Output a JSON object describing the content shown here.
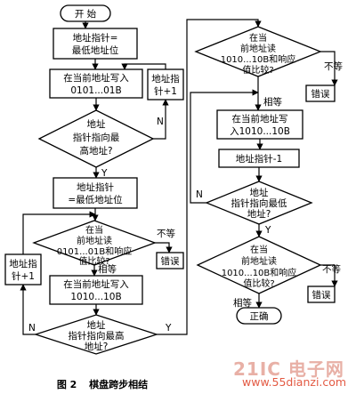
{
  "nodes": {
    "start": "开 始",
    "init_line1": "地址指针=",
    "init_line2": "最低地址位",
    "write_line1": "在当前地址写入",
    "write_line2": "0101...01B",
    "inc1_line1": "地址指",
    "inc1_line2": "针+1",
    "dec1_line1": "地址",
    "dec1_line2": "指针指向最",
    "dec1_line3": "高地址?",
    "reset_line1": "地址指针",
    "reset_line2": "=最低地址位",
    "cmp1_line1": "在当",
    "cmp1_line2": "前地址读",
    "cmp1_line3": "0101...01B和响应",
    "cmp1_line4": "值比较?",
    "inc2_line1": "地址指",
    "inc2_line2": "针+1",
    "write2_line1": "在当前地址写入",
    "write2_line2": "1010...10B",
    "dec2_line1": "地址",
    "dec2_line2": "指针指向最高",
    "dec2_line3": "地址?",
    "err1": "错误",
    "cmp2_line1": "在当",
    "cmp2_line2": "前地址读",
    "cmp2_line3": "1010...10B和响应",
    "cmp2_line4": "值比较?",
    "err2": "错误",
    "write3_line1": "在当前地址写",
    "write3_line2": "入1010...10B",
    "decp": "地址指针-1",
    "dec3_line1": "地址",
    "dec3_line2": "指针指向最低",
    "dec3_line3": "地址?",
    "cmp3_line1": "在当",
    "cmp3_line2": "前地址读",
    "cmp3_line3": "1010...10B和响应",
    "cmp3_line4": "值比较?",
    "err3": "错误",
    "ok": "正确"
  },
  "edge_labels": {
    "n": "N",
    "y": "Y",
    "neq": "不等",
    "eq": "相等"
  },
  "caption": {
    "figure": "图 2",
    "title": "棋盘跨步相结"
  },
  "watermark": {
    "logo": "21IC 电子网",
    "url": "www.55dianzi.com"
  }
}
